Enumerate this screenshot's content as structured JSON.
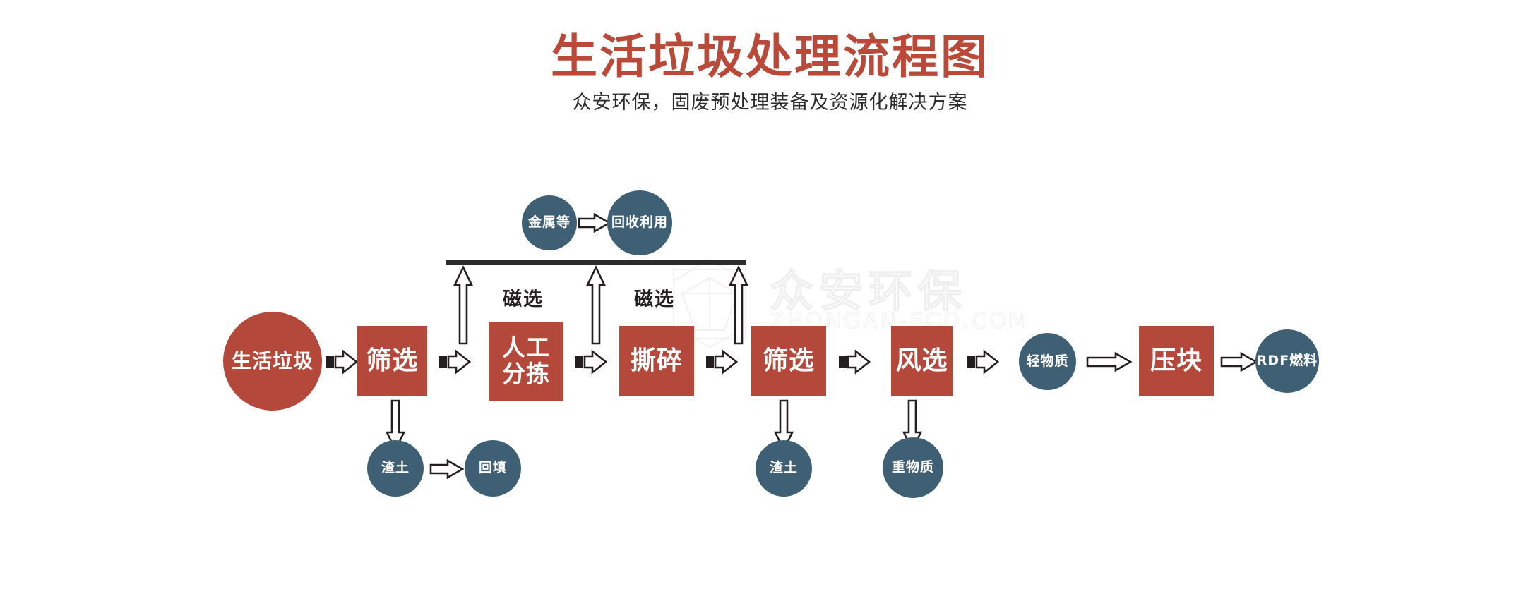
{
  "header": {
    "title": "生活垃圾处理流程图",
    "subtitle": "众安环保，固废预处理装备及资源化解决方案",
    "title_color": "#b94a3a",
    "subtitle_color": "#2b2b2b"
  },
  "watermark": {
    "text": "众安环保",
    "sub": "ZHONGAN-ECO.COM"
  },
  "palette": {
    "red": "#b4483a",
    "blue": "#3f6074",
    "ink": "#231f20",
    "background": "#ffffff"
  },
  "diagram": {
    "type": "process-flowchart",
    "nodes": [
      {
        "id": "msw",
        "label": "生活垃圾",
        "shape": "circle",
        "color": "red",
        "row": "main"
      },
      {
        "id": "screen1",
        "label": "筛选",
        "shape": "rect",
        "color": "red",
        "row": "main"
      },
      {
        "id": "manual-sort",
        "label": "人工\n分拣",
        "shape": "rect",
        "color": "red",
        "row": "main"
      },
      {
        "id": "shred",
        "label": "撕碎",
        "shape": "rect",
        "color": "red",
        "row": "main"
      },
      {
        "id": "screen2",
        "label": "筛选",
        "shape": "rect",
        "color": "red",
        "row": "main"
      },
      {
        "id": "air-sort",
        "label": "风选",
        "shape": "rect",
        "color": "red",
        "row": "main"
      },
      {
        "id": "light",
        "label": "轻物质",
        "shape": "circle",
        "color": "blue",
        "row": "main"
      },
      {
        "id": "baling",
        "label": "压块",
        "shape": "rect",
        "color": "red",
        "row": "main"
      },
      {
        "id": "rdf",
        "label": "RDF燃料",
        "shape": "circle",
        "color": "blue",
        "row": "main"
      },
      {
        "id": "metal",
        "label": "金属等",
        "shape": "circle",
        "color": "blue",
        "row": "top"
      },
      {
        "id": "recycle",
        "label": "回收利用",
        "shape": "circle",
        "color": "blue",
        "row": "top"
      },
      {
        "id": "soil1",
        "label": "渣土",
        "shape": "circle",
        "color": "blue",
        "row": "bottom"
      },
      {
        "id": "backfill",
        "label": "回填",
        "shape": "circle",
        "color": "blue",
        "row": "bottom"
      },
      {
        "id": "soil2",
        "label": "渣土",
        "shape": "circle",
        "color": "blue",
        "row": "bottom"
      },
      {
        "id": "heavy",
        "label": "重物质",
        "shape": "circle",
        "color": "blue",
        "row": "bottom"
      }
    ],
    "edge_labels": [
      {
        "id": "mag1",
        "label": "磁选"
      },
      {
        "id": "mag2",
        "label": "磁选"
      }
    ],
    "main_sequence": [
      "生活垃圾",
      "筛选",
      "人工分拣",
      "撕碎",
      "筛选",
      "风选",
      "轻物质",
      "压块",
      "RDF燃料"
    ],
    "branches": [
      {
        "from": "筛选",
        "to": "渣土",
        "then": "回填"
      },
      {
        "from": "人工分拣",
        "to": "金属等",
        "via": "磁选",
        "then": "回收利用"
      },
      {
        "from": "撕碎",
        "to": "金属等",
        "via": "磁选",
        "then": "回收利用"
      },
      {
        "from": "筛选",
        "to": "渣土"
      },
      {
        "from": "风选",
        "to": "重物质"
      },
      {
        "from": "风选",
        "to": "轻物质"
      }
    ]
  },
  "labels": {
    "node_msw": "生活垃圾",
    "node_screen1": "筛选",
    "node_manual_line1": "人工",
    "node_manual_line2": "分拣",
    "node_shred": "撕碎",
    "node_screen2": "筛选",
    "node_air": "风选",
    "node_light": "轻物质",
    "node_baling": "压块",
    "node_rdf": "RDF燃料",
    "node_metal": "金属等",
    "node_recycle": "回收利用",
    "node_soil1": "渣土",
    "node_backfill": "回填",
    "node_soil2": "渣土",
    "node_heavy": "重物质",
    "mag1": "磁选",
    "mag2": "磁选"
  }
}
